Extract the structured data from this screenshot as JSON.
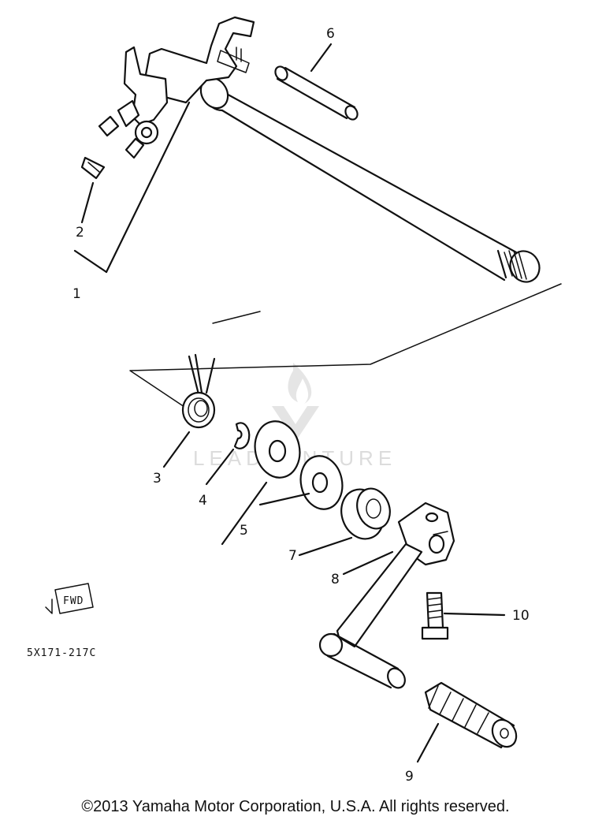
{
  "diagram": {
    "callouts": {
      "p1": "1",
      "p2": "2",
      "p3": "3",
      "p4": "4",
      "p5": "5",
      "p6": "6",
      "p7": "7",
      "p8": "8",
      "p9": "9",
      "p10": "10"
    },
    "fwd_label": "FWD",
    "drawing_code": "5X171-217C",
    "watermark": "LEADVENTURE"
  },
  "footer": {
    "copyright": "©2013 Yamaha Motor Corporation, U.S.A. All rights reserved."
  }
}
